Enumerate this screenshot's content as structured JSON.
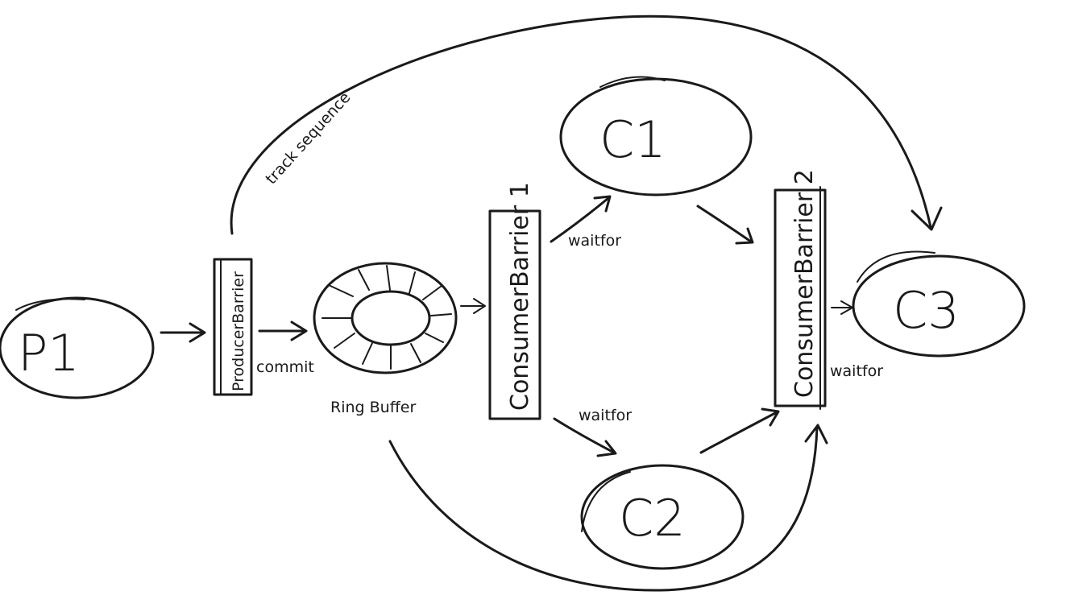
{
  "nodes": {
    "p1": "P1",
    "c1": "C1",
    "c2": "C2",
    "c3": "C3"
  },
  "barriers": {
    "producer": "ProducerBarrier",
    "consumer1": "ConsumerBarrier 1",
    "consumer2": "ConsumerBarrier 2"
  },
  "ring_buffer": "Ring Buffer",
  "edge_labels": {
    "commit": "commit",
    "track_sequence": "track sequence",
    "waitfor_c1": "waitfor",
    "waitfor_c2": "waitfor",
    "waitfor_c3": "waitfor"
  }
}
